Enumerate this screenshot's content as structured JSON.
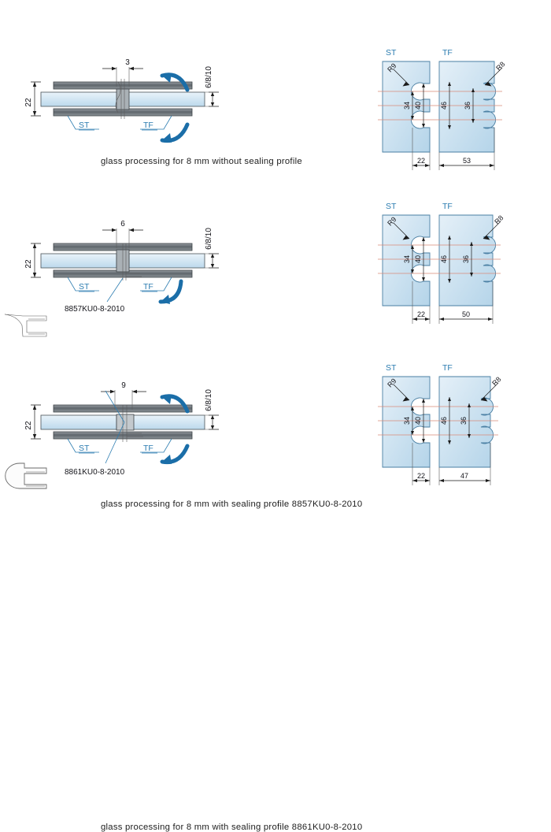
{
  "document": {
    "title": "glass processing drawings for 8 mm hinge",
    "accent_color": "#2b7cb0",
    "glass_fill_color": "#cfe4f2",
    "metal_fill_color": "#6e7479",
    "centerline_color": "#d98a7a"
  },
  "labels": {
    "st": "ST",
    "tf": "TF",
    "glass_thickness": "6/8/10",
    "height_22": "22"
  },
  "variants": [
    {
      "id": "without-sealing-profile",
      "caption": "glass processing for 8 mm without sealing profile",
      "gap_dimension": "3",
      "profile_code": "",
      "has_profile_icon": false,
      "profile_icon_shape": "",
      "section": {
        "height_label": "22",
        "thickness_label": "6/8/10",
        "left_panel_label": "ST",
        "right_panel_label": "TF",
        "swing_arrows": 2
      },
      "elevation": {
        "st_label": "ST",
        "tf_label": "TF",
        "radius_st": "R9",
        "radius_tf": "R8",
        "dim_34": "34",
        "dim_40": "40",
        "dim_46": "46",
        "dim_36": "36",
        "dim_st_width": "22",
        "dim_tf_width": "53"
      }
    },
    {
      "id": "sealing-profile-8857",
      "caption": "glass processing for 8 mm with sealing profile 8857KU0-8-2010",
      "gap_dimension": "6",
      "profile_code": "8857KU0-8-2010",
      "has_profile_icon": true,
      "profile_icon_shape": "L-profile",
      "section": {
        "height_label": "22",
        "thickness_label": "6/8/10",
        "left_panel_label": "ST",
        "right_panel_label": "TF",
        "swing_arrows": 1
      },
      "elevation": {
        "st_label": "ST",
        "tf_label": "TF",
        "radius_st": "R9",
        "radius_tf": "R8",
        "dim_34": "34",
        "dim_40": "40",
        "dim_46": "46",
        "dim_36": "36",
        "dim_st_width": "22",
        "dim_tf_width": "50"
      }
    },
    {
      "id": "sealing-profile-8861",
      "caption": "glass processing for 8 mm with sealing profile 8861KU0-8-2010",
      "gap_dimension": "9",
      "profile_code": "8861KU0-8-2010",
      "has_profile_icon": true,
      "profile_icon_shape": "C-profile",
      "section": {
        "height_label": "22",
        "thickness_label": "6/8/10",
        "left_panel_label": "ST",
        "right_panel_label": "TF",
        "swing_arrows": 2
      },
      "elevation": {
        "st_label": "ST",
        "tf_label": "TF",
        "radius_st": "R9",
        "radius_tf": "R8",
        "dim_34": "34",
        "dim_40": "40",
        "dim_46": "46",
        "dim_36": "36",
        "dim_st_width": "22",
        "dim_tf_width": "47"
      }
    }
  ]
}
